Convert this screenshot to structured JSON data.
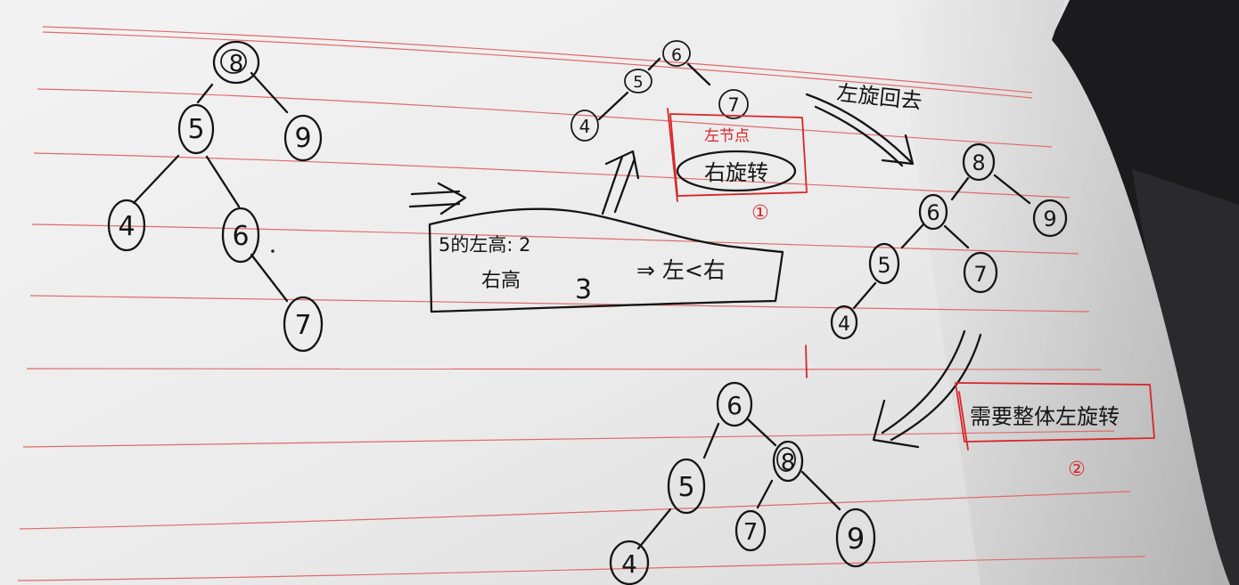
{
  "tree_initial": {
    "nodes": [
      "8",
      "5",
      "9",
      "4",
      "6",
      "7"
    ]
  },
  "tree_step1": {
    "nodes": [
      "6",
      "5",
      "7",
      "4"
    ]
  },
  "tree_step2": {
    "nodes": [
      "8",
      "6",
      "9",
      "5",
      "7",
      "4"
    ]
  },
  "tree_final": {
    "nodes": [
      "6",
      "5",
      "8",
      "4",
      "7",
      "9"
    ]
  },
  "note_box": {
    "line1": "5的左高: 2",
    "line2_label": "右高",
    "line2_value": "3",
    "conclusion": "⇒ 左<右"
  },
  "red_box_1": {
    "top_label": "左节点",
    "action": "右旋转",
    "marker": "①"
  },
  "arrow_label_top": "左旋回去",
  "red_box_2": {
    "text": "需要整体左旋转",
    "marker": "②"
  },
  "colors": {
    "paper": "#eeeeee",
    "ruled_line": "#d8262a",
    "ink": "#141414",
    "red_ink": "#d8262a",
    "background": "#1b1b1e"
  }
}
